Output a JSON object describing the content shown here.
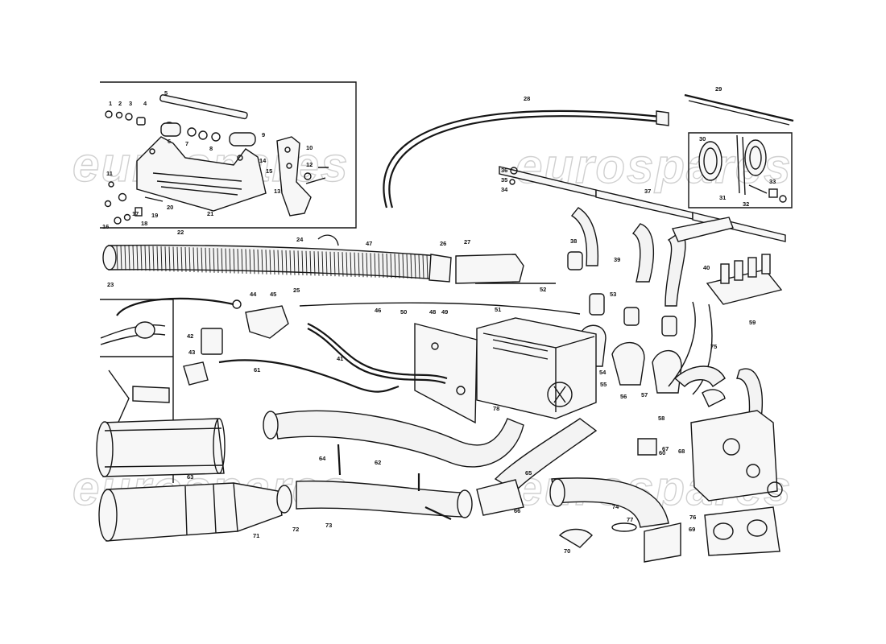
{
  "watermark": {
    "text": "eurospares",
    "color": "#9a9a9a"
  },
  "callouts": [
    "1",
    "2",
    "3",
    "4",
    "5",
    "6",
    "7",
    "8",
    "9",
    "10",
    "11",
    "12",
    "13",
    "14",
    "15",
    "16",
    "17",
    "18",
    "19",
    "20",
    "21",
    "22",
    "23",
    "24",
    "25",
    "26",
    "27",
    "28",
    "29",
    "30",
    "31",
    "32",
    "33",
    "34",
    "35",
    "36",
    "37",
    "38",
    "39",
    "40",
    "41",
    "42",
    "43",
    "44",
    "45",
    "46",
    "47",
    "48",
    "49",
    "50",
    "51",
    "52",
    "53",
    "54",
    "55",
    "56",
    "57",
    "58",
    "59",
    "60",
    "61",
    "62",
    "63",
    "64",
    "65",
    "66",
    "67",
    "68",
    "69",
    "70",
    "71",
    "72",
    "73",
    "74",
    "75",
    "76",
    "77",
    "78"
  ],
  "colors": {
    "ink": "#151515",
    "paper": "#ffffff"
  }
}
